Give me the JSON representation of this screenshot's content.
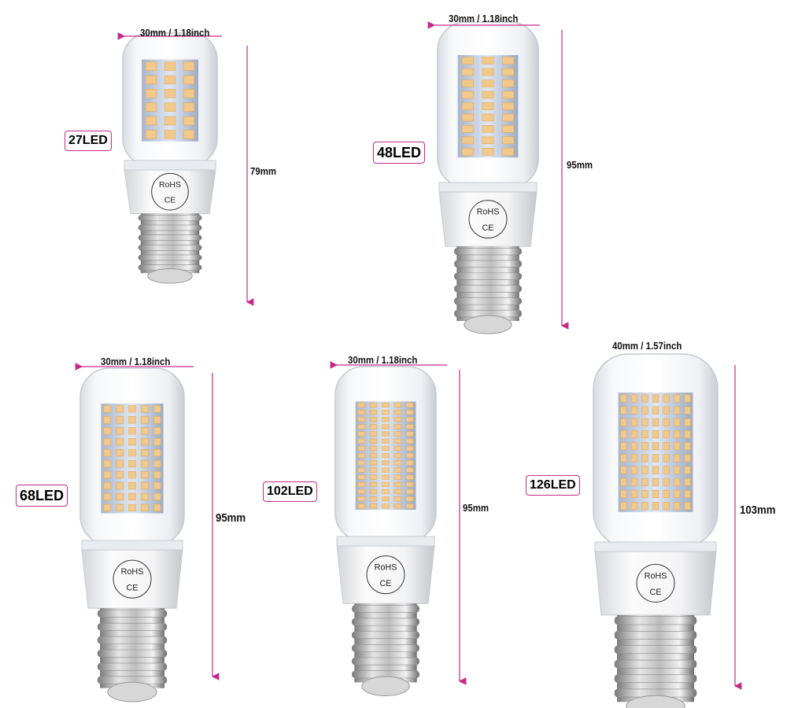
{
  "bulbs": [
    {
      "led_label": "27LED",
      "width_label": "30mm / 1.18inch",
      "height_label": "79mm"
    },
    {
      "led_label": "48LED",
      "width_label": "30mm / 1.18inch",
      "height_label": "95mm"
    },
    {
      "led_label": "68LED",
      "width_label": "30mm / 1.18inch",
      "height_label": "95mm"
    },
    {
      "led_label": "102LED",
      "width_label": "30mm / 1.18inch",
      "height_label": "95mm"
    },
    {
      "led_label": "126LED",
      "width_label": "40mm / 1.57inch",
      "height_label": "103mm"
    }
  ],
  "marks": {
    "rohs": "RoHS",
    "ce": "CE"
  },
  "colors": {
    "accent": "#c8288a",
    "led_warm": "#f2c98a",
    "led_panel": "#bcc8dc"
  }
}
